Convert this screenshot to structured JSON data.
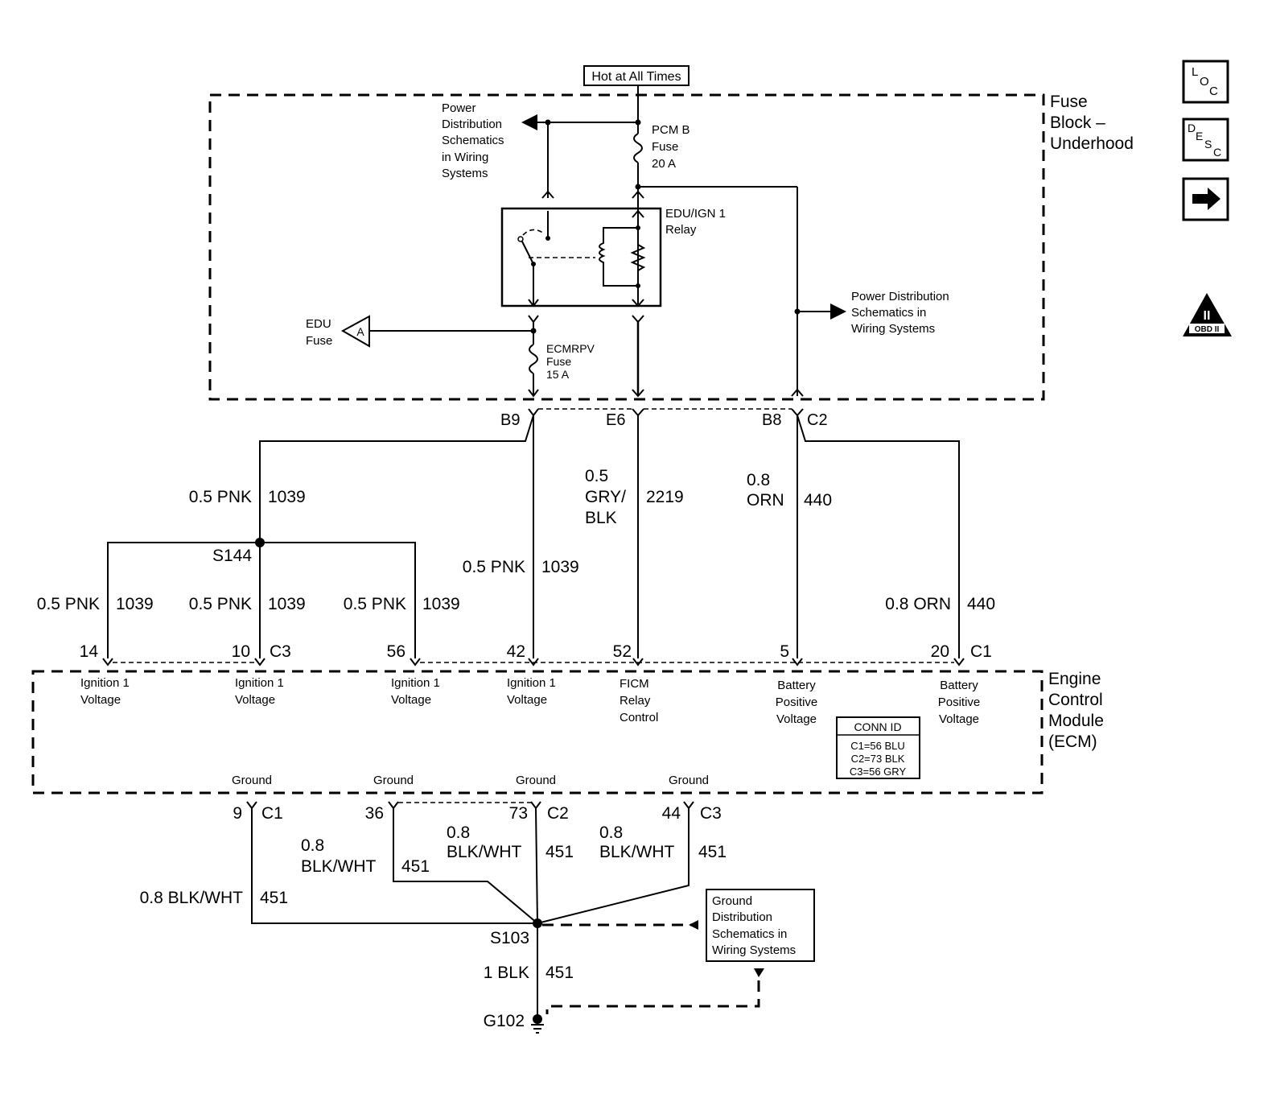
{
  "top_label": "Hot at All Times",
  "fuse_block": {
    "title": [
      "Fuse",
      "Block –",
      "Underhood"
    ],
    "power_dist_left": [
      "Power",
      "Distribution",
      "Schematics",
      "in Wiring",
      "Systems"
    ],
    "pcm_fuse": [
      "PCM B",
      "Fuse",
      "20 A"
    ],
    "relay_label": [
      "EDU/IGN 1",
      "Relay"
    ],
    "power_dist_right": [
      "Power Distribution",
      "Schematics in",
      "Wiring Systems"
    ],
    "edu_fuse": [
      "EDU",
      "Fuse"
    ],
    "edu_marker": "A",
    "ecmrpv_fuse": [
      "ECMRPV",
      "Fuse",
      "15 A"
    ]
  },
  "fuse_block_pins": {
    "b9": "B9",
    "e6": "E6",
    "b8": "B8",
    "c2": "C2"
  },
  "wires": {
    "w1_size": "0.5 PNK",
    "w1_circuit": "1039",
    "w2_size": [
      "0.5",
      "GRY/",
      "BLK"
    ],
    "w2_circuit": "2219",
    "w3_size": [
      "0.8",
      "ORN"
    ],
    "w3_circuit": "440",
    "w4_size": "0.5 PNK",
    "w4_circuit": "1039",
    "splice_s144": "S144",
    "b1_size": "0.5 PNK",
    "b1_circuit": "1039",
    "b2_size": "0.5 PNK",
    "b2_circuit": "1039",
    "b3_size": "0.5 PNK",
    "b3_circuit": "1039",
    "w5_size": "0.8 ORN",
    "w5_circuit": "440"
  },
  "ecm_top_pins": {
    "p14": "14",
    "p10": "10",
    "c3": "C3",
    "p56": "56",
    "p42": "42",
    "p52": "52",
    "p5": "5",
    "p20": "20",
    "c1": "C1"
  },
  "ecm": {
    "title": [
      "Engine",
      "Control",
      "Module",
      "(ECM)"
    ],
    "f1": [
      "Ignition 1",
      "Voltage"
    ],
    "f2": [
      "Ignition 1",
      "Voltage"
    ],
    "f3": [
      "Ignition 1",
      "Voltage"
    ],
    "f4": [
      "Ignition 1",
      "Voltage"
    ],
    "f5": [
      "FICM",
      "Relay",
      "Control"
    ],
    "f6": [
      "Battery",
      "Positive",
      "Voltage"
    ],
    "f7": [
      "Battery",
      "Positive",
      "Voltage"
    ],
    "conn_id_title": "CONN ID",
    "conn_id_rows": [
      "C1=56 BLU",
      "C2=73 BLK",
      "C3=56 GRY"
    ],
    "grounds": [
      "Ground",
      "Ground",
      "Ground",
      "Ground"
    ]
  },
  "ecm_bottom_pins": {
    "p9": "9",
    "c1": "C1",
    "p36": "36",
    "p73": "73",
    "c2": "C2",
    "p44": "44",
    "c3": "C3"
  },
  "ground_wires": {
    "g1_size": "0.8 BLK/WHT",
    "g1_circuit": "451",
    "g2_size": [
      "0.8",
      "BLK/WHT"
    ],
    "g2_circuit": "451",
    "g3_size": [
      "0.8",
      "BLK/WHT"
    ],
    "g3_circuit": "451",
    "g4_size": [
      "0.8",
      "BLK/WHT"
    ],
    "g4_circuit": "451",
    "splice_s103": "S103",
    "g5_size": "1 BLK",
    "g5_circuit": "451",
    "ground_g102": "G102",
    "ground_dist": [
      "Ground",
      "Distribution",
      "Schematics in",
      "Wiring Systems"
    ]
  },
  "side_icons": {
    "loc": [
      "L",
      "O",
      "C"
    ],
    "desc": [
      "D",
      "E",
      "S",
      "C"
    ],
    "obd": [
      "II",
      "OBD II"
    ]
  }
}
